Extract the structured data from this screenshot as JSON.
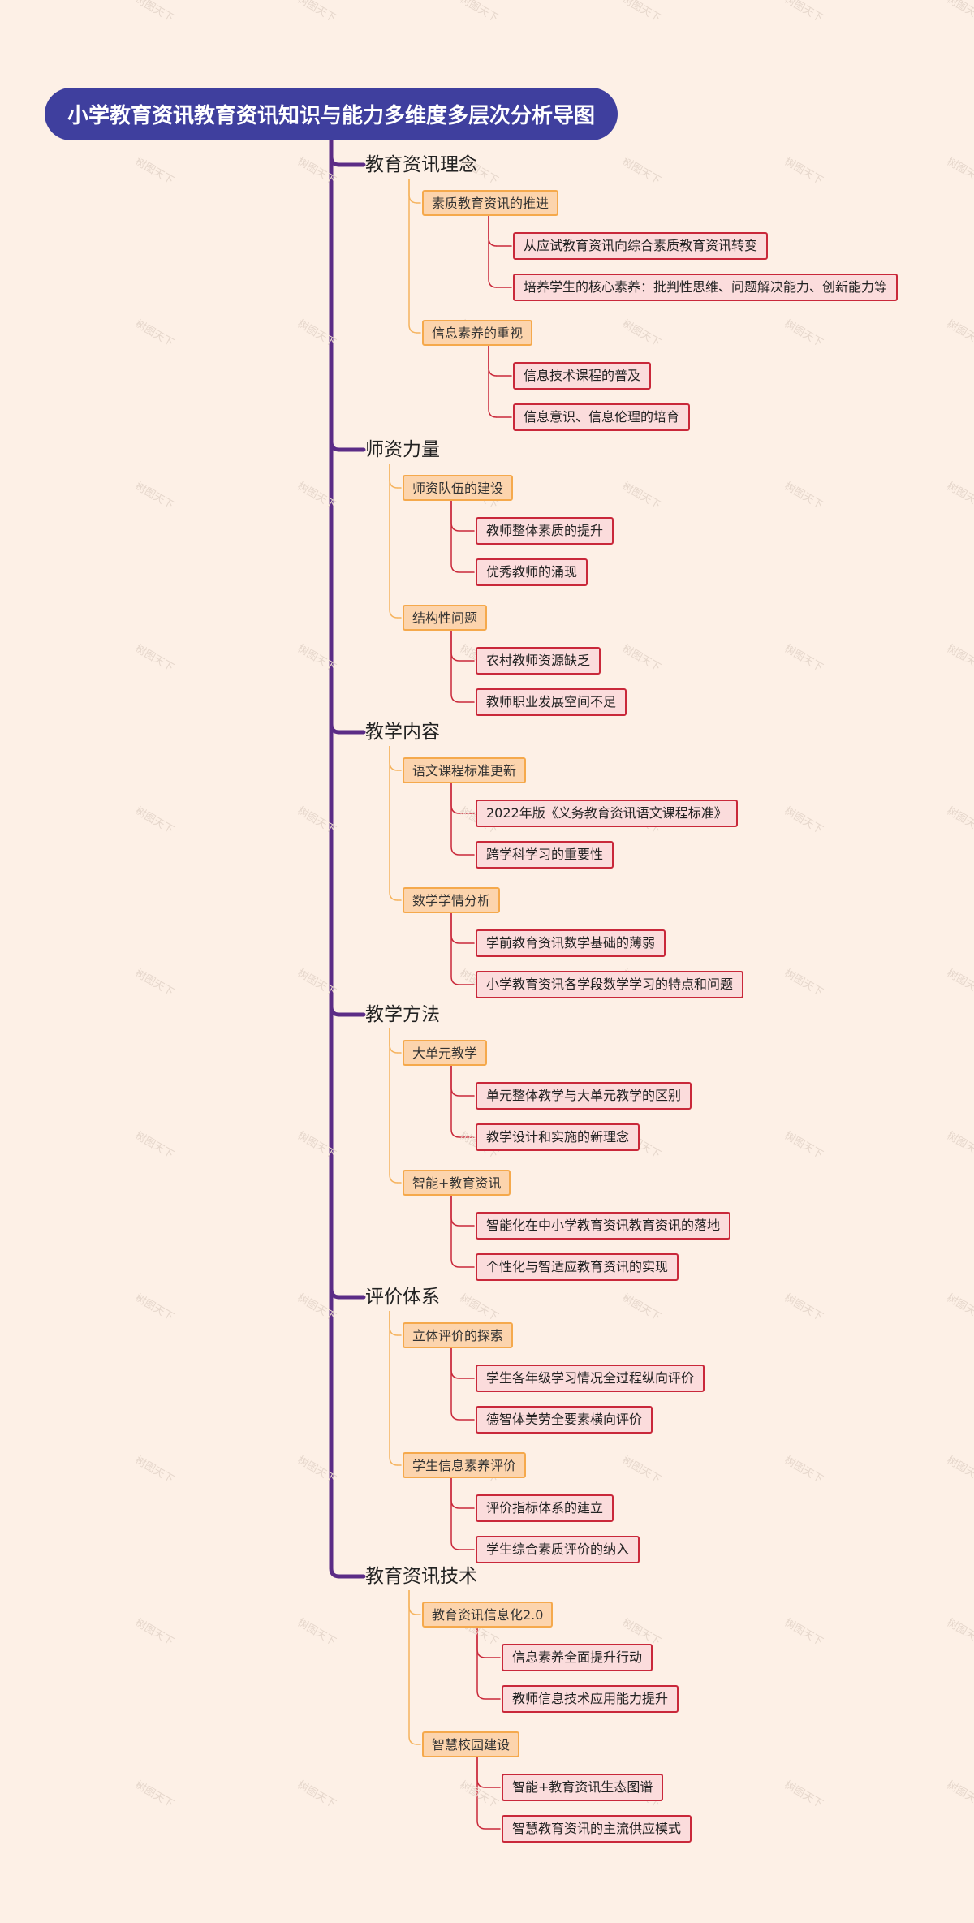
{
  "title": "小学教育资讯教育资讯知识与能力多维度多层次分析导图",
  "watermark": "树图天下",
  "colors": {
    "background": "#fdf0e6",
    "root_fill": "#3f3f9e",
    "trunk": "#5b2c86",
    "branch_line": "#f5b35e",
    "leaf_line": "#c9283a",
    "branch_fill": "#fcd4ad",
    "branch_border": "#f5a94c",
    "leaf_fill": "#fbdcdc",
    "leaf_border": "#c9283a"
  },
  "branches": [
    {
      "label": "教育资讯理念",
      "children": [
        {
          "label": "素质教育资讯的推进",
          "children": [
            {
              "label": "从应试教育资讯向综合素质教育资讯转变"
            },
            {
              "label": "培养学生的核心素养：批判性思维、问题解决能力、创新能力等"
            }
          ]
        },
        {
          "label": "信息素养的重视",
          "children": [
            {
              "label": "信息技术课程的普及"
            },
            {
              "label": "信息意识、信息伦理的培育"
            }
          ]
        }
      ]
    },
    {
      "label": "师资力量",
      "children": [
        {
          "label": "师资队伍的建设",
          "children": [
            {
              "label": "教师整体素质的提升"
            },
            {
              "label": "优秀教师的涌现"
            }
          ]
        },
        {
          "label": "结构性问题",
          "children": [
            {
              "label": "农村教师资源缺乏"
            },
            {
              "label": "教师职业发展空间不足"
            }
          ]
        }
      ]
    },
    {
      "label": "教学内容",
      "children": [
        {
          "label": "语文课程标准更新",
          "children": [
            {
              "label": "2022年版《义务教育资讯语文课程标准》"
            },
            {
              "label": "跨学科学习的重要性"
            }
          ]
        },
        {
          "label": "数学学情分析",
          "children": [
            {
              "label": "学前教育资讯数学基础的薄弱"
            },
            {
              "label": "小学教育资讯各学段数学学习的特点和问题"
            }
          ]
        }
      ]
    },
    {
      "label": "教学方法",
      "children": [
        {
          "label": "大单元教学",
          "children": [
            {
              "label": "单元整体教学与大单元教学的区别"
            },
            {
              "label": "教学设计和实施的新理念"
            }
          ]
        },
        {
          "label": "智能+教育资讯",
          "children": [
            {
              "label": "智能化在中小学教育资讯教育资讯的落地"
            },
            {
              "label": "个性化与智适应教育资讯的实现"
            }
          ]
        }
      ]
    },
    {
      "label": "评价体系",
      "children": [
        {
          "label": "立体评价的探索",
          "children": [
            {
              "label": "学生各年级学习情况全过程纵向评价"
            },
            {
              "label": "德智体美劳全要素横向评价"
            }
          ]
        },
        {
          "label": "学生信息素养评价",
          "children": [
            {
              "label": "评价指标体系的建立"
            },
            {
              "label": "学生综合素质评价的纳入"
            }
          ]
        }
      ]
    },
    {
      "label": "教育资讯技术",
      "children": [
        {
          "label": "教育资讯信息化2.0",
          "children": [
            {
              "label": "信息素养全面提升行动"
            },
            {
              "label": "教师信息技术应用能力提升"
            }
          ]
        },
        {
          "label": "智慧校园建设",
          "children": [
            {
              "label": "智能+教育资讯生态图谱"
            },
            {
              "label": "智慧教育资讯的主流供应模式"
            }
          ]
        }
      ]
    }
  ]
}
